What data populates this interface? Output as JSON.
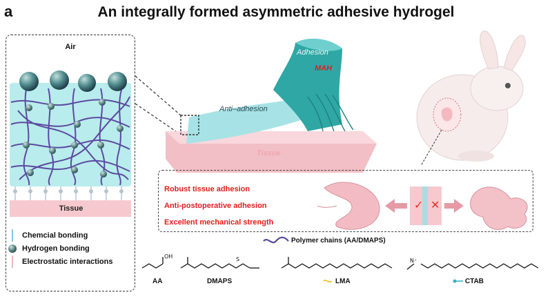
{
  "figure": {
    "panel_label": "a",
    "title": "An integrally formed asymmetric adhesive hydrogel"
  },
  "inset": {
    "top_label": "Air",
    "bottom_label": "Tissue",
    "legend": [
      {
        "label": "Chemcial bonding",
        "marker": "vertical-line",
        "color": "#7fc8d8"
      },
      {
        "label": "Hydrogen bonding",
        "marker": "sphere",
        "color": "#7a9a98"
      },
      {
        "label": "Electrostatic interactions",
        "marker": "vertical-line",
        "color": "#f3b8be"
      }
    ]
  },
  "hydrogel": {
    "adhesion_label": "Adhesion",
    "mah_label": "MAH",
    "anti_adhesion_label": "Anti–adhesion",
    "tissue_label": "Tissue"
  },
  "properties": [
    "Robust tissue adhesion",
    "Anti-postoperative adhesion",
    "Excellent mechanical strength"
  ],
  "chemicals": {
    "polymer_chains_label": "Polymer chains (AA/DMAPS)",
    "aa_label": "AA",
    "dmaps_label": "DMAPS",
    "lma_label": "LMA",
    "ctab_label": "CTAB"
  },
  "colors": {
    "hydrogel_teal": "#2fa7a4",
    "tissue_pink": "#f5c6cb",
    "property_red": "#e21d1d",
    "polymer_purple": "#5b4aa0",
    "check_red": "#e0302a"
  },
  "icons": [
    "rabbit-illustration",
    "stomach-organ-illustration",
    "intestine-adhesion-illustration",
    "check-mark-icon",
    "cross-mark-icon",
    "double-arrow-icon"
  ]
}
